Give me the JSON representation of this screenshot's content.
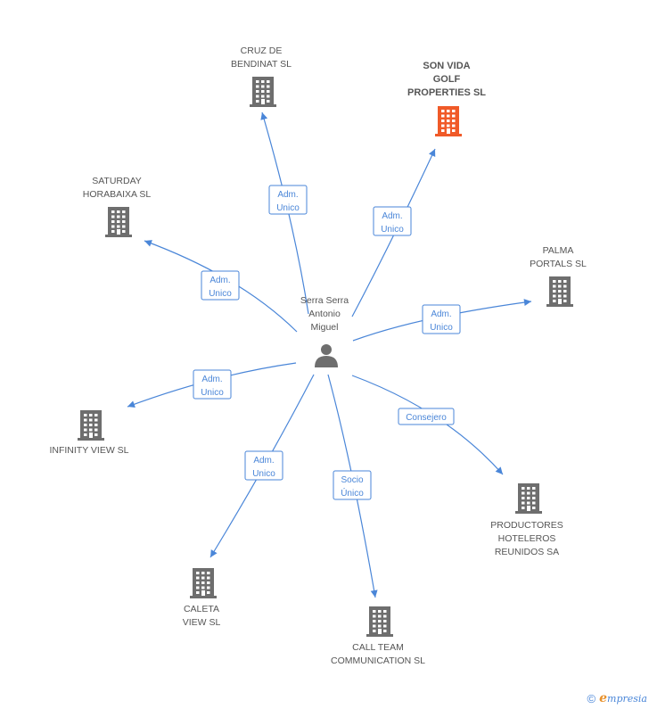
{
  "center": {
    "name_lines": [
      "Serra Serra",
      "Antonio",
      "Miguel"
    ],
    "icon": "person-icon"
  },
  "colors": {
    "edge": "#4a86d8",
    "building": "#6e6e6e",
    "building_highlight": "#f05a28",
    "label": "#555555"
  },
  "companies": [
    {
      "id": "cruz",
      "lines": [
        "CRUZ DE",
        "BENDINAT SL"
      ],
      "highlight": false,
      "relation": [
        "Adm.",
        "Unico"
      ]
    },
    {
      "id": "sonvida",
      "lines": [
        "SON VIDA",
        "GOLF",
        "PROPERTIES SL"
      ],
      "highlight": true,
      "relation": [
        "Adm.",
        "Unico"
      ]
    },
    {
      "id": "palma",
      "lines": [
        "PALMA",
        "PORTALS SL"
      ],
      "highlight": false,
      "relation": [
        "Adm.",
        "Unico"
      ]
    },
    {
      "id": "productores",
      "lines": [
        "PRODUCTORES",
        "HOTELEROS",
        "REUNIDOS SA"
      ],
      "highlight": false,
      "relation": [
        "Consejero"
      ]
    },
    {
      "id": "callteam",
      "lines": [
        "CALL TEAM",
        "COMMUNICATION SL"
      ],
      "highlight": false,
      "relation": [
        "Socio",
        "Único"
      ]
    },
    {
      "id": "caleta",
      "lines": [
        "CALETA",
        "VIEW SL"
      ],
      "highlight": false,
      "relation": [
        "Adm.",
        "Unico"
      ]
    },
    {
      "id": "infinity",
      "lines": [
        "INFINITY VIEW SL"
      ],
      "highlight": false,
      "relation": [
        "Adm.",
        "Unico"
      ]
    },
    {
      "id": "saturday",
      "lines": [
        "SATURDAY",
        "HORABAIXA SL"
      ],
      "highlight": false,
      "relation": [
        "Adm.",
        "Unico"
      ]
    }
  ],
  "footer": {
    "copyright": "©",
    "brand_initial": "e",
    "brand_rest": "mpresia"
  }
}
